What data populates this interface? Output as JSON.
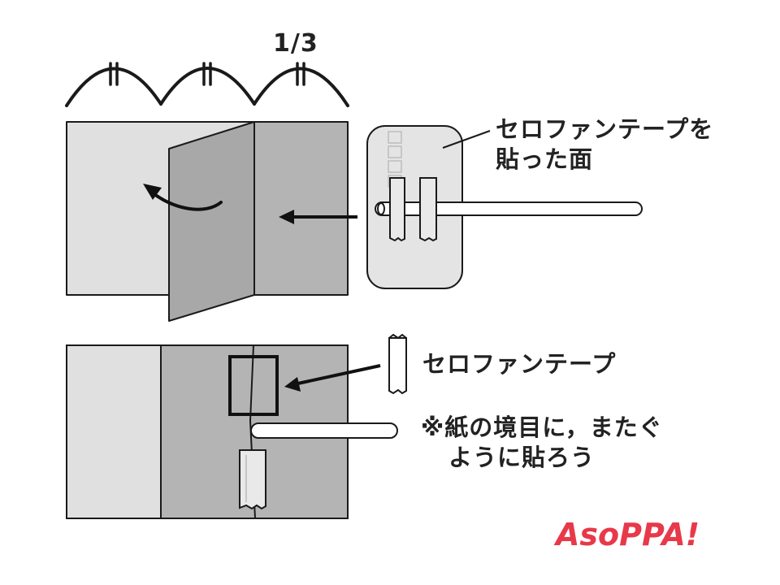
{
  "labels": {
    "fraction": "1/3",
    "tape_face_line1": "セロファンテープを",
    "tape_face_line2": "貼った面",
    "tape": "セロファンテープ",
    "note_line1": "※紙の境目に，またぐ",
    "note_line2": "ように貼ろう"
  },
  "logo": {
    "text": "AsoPPA!",
    "color": "#e8394a"
  },
  "colors": {
    "outline": "#1a1a1a",
    "paper_light": "#e0e0e0",
    "paper_mid": "#b4b4b4",
    "paper_dark": "#a8a8a8",
    "card": "#e4e4e4",
    "straw": "#ffffff",
    "tape": "#e9e9e9",
    "brand": "#e8394a"
  }
}
